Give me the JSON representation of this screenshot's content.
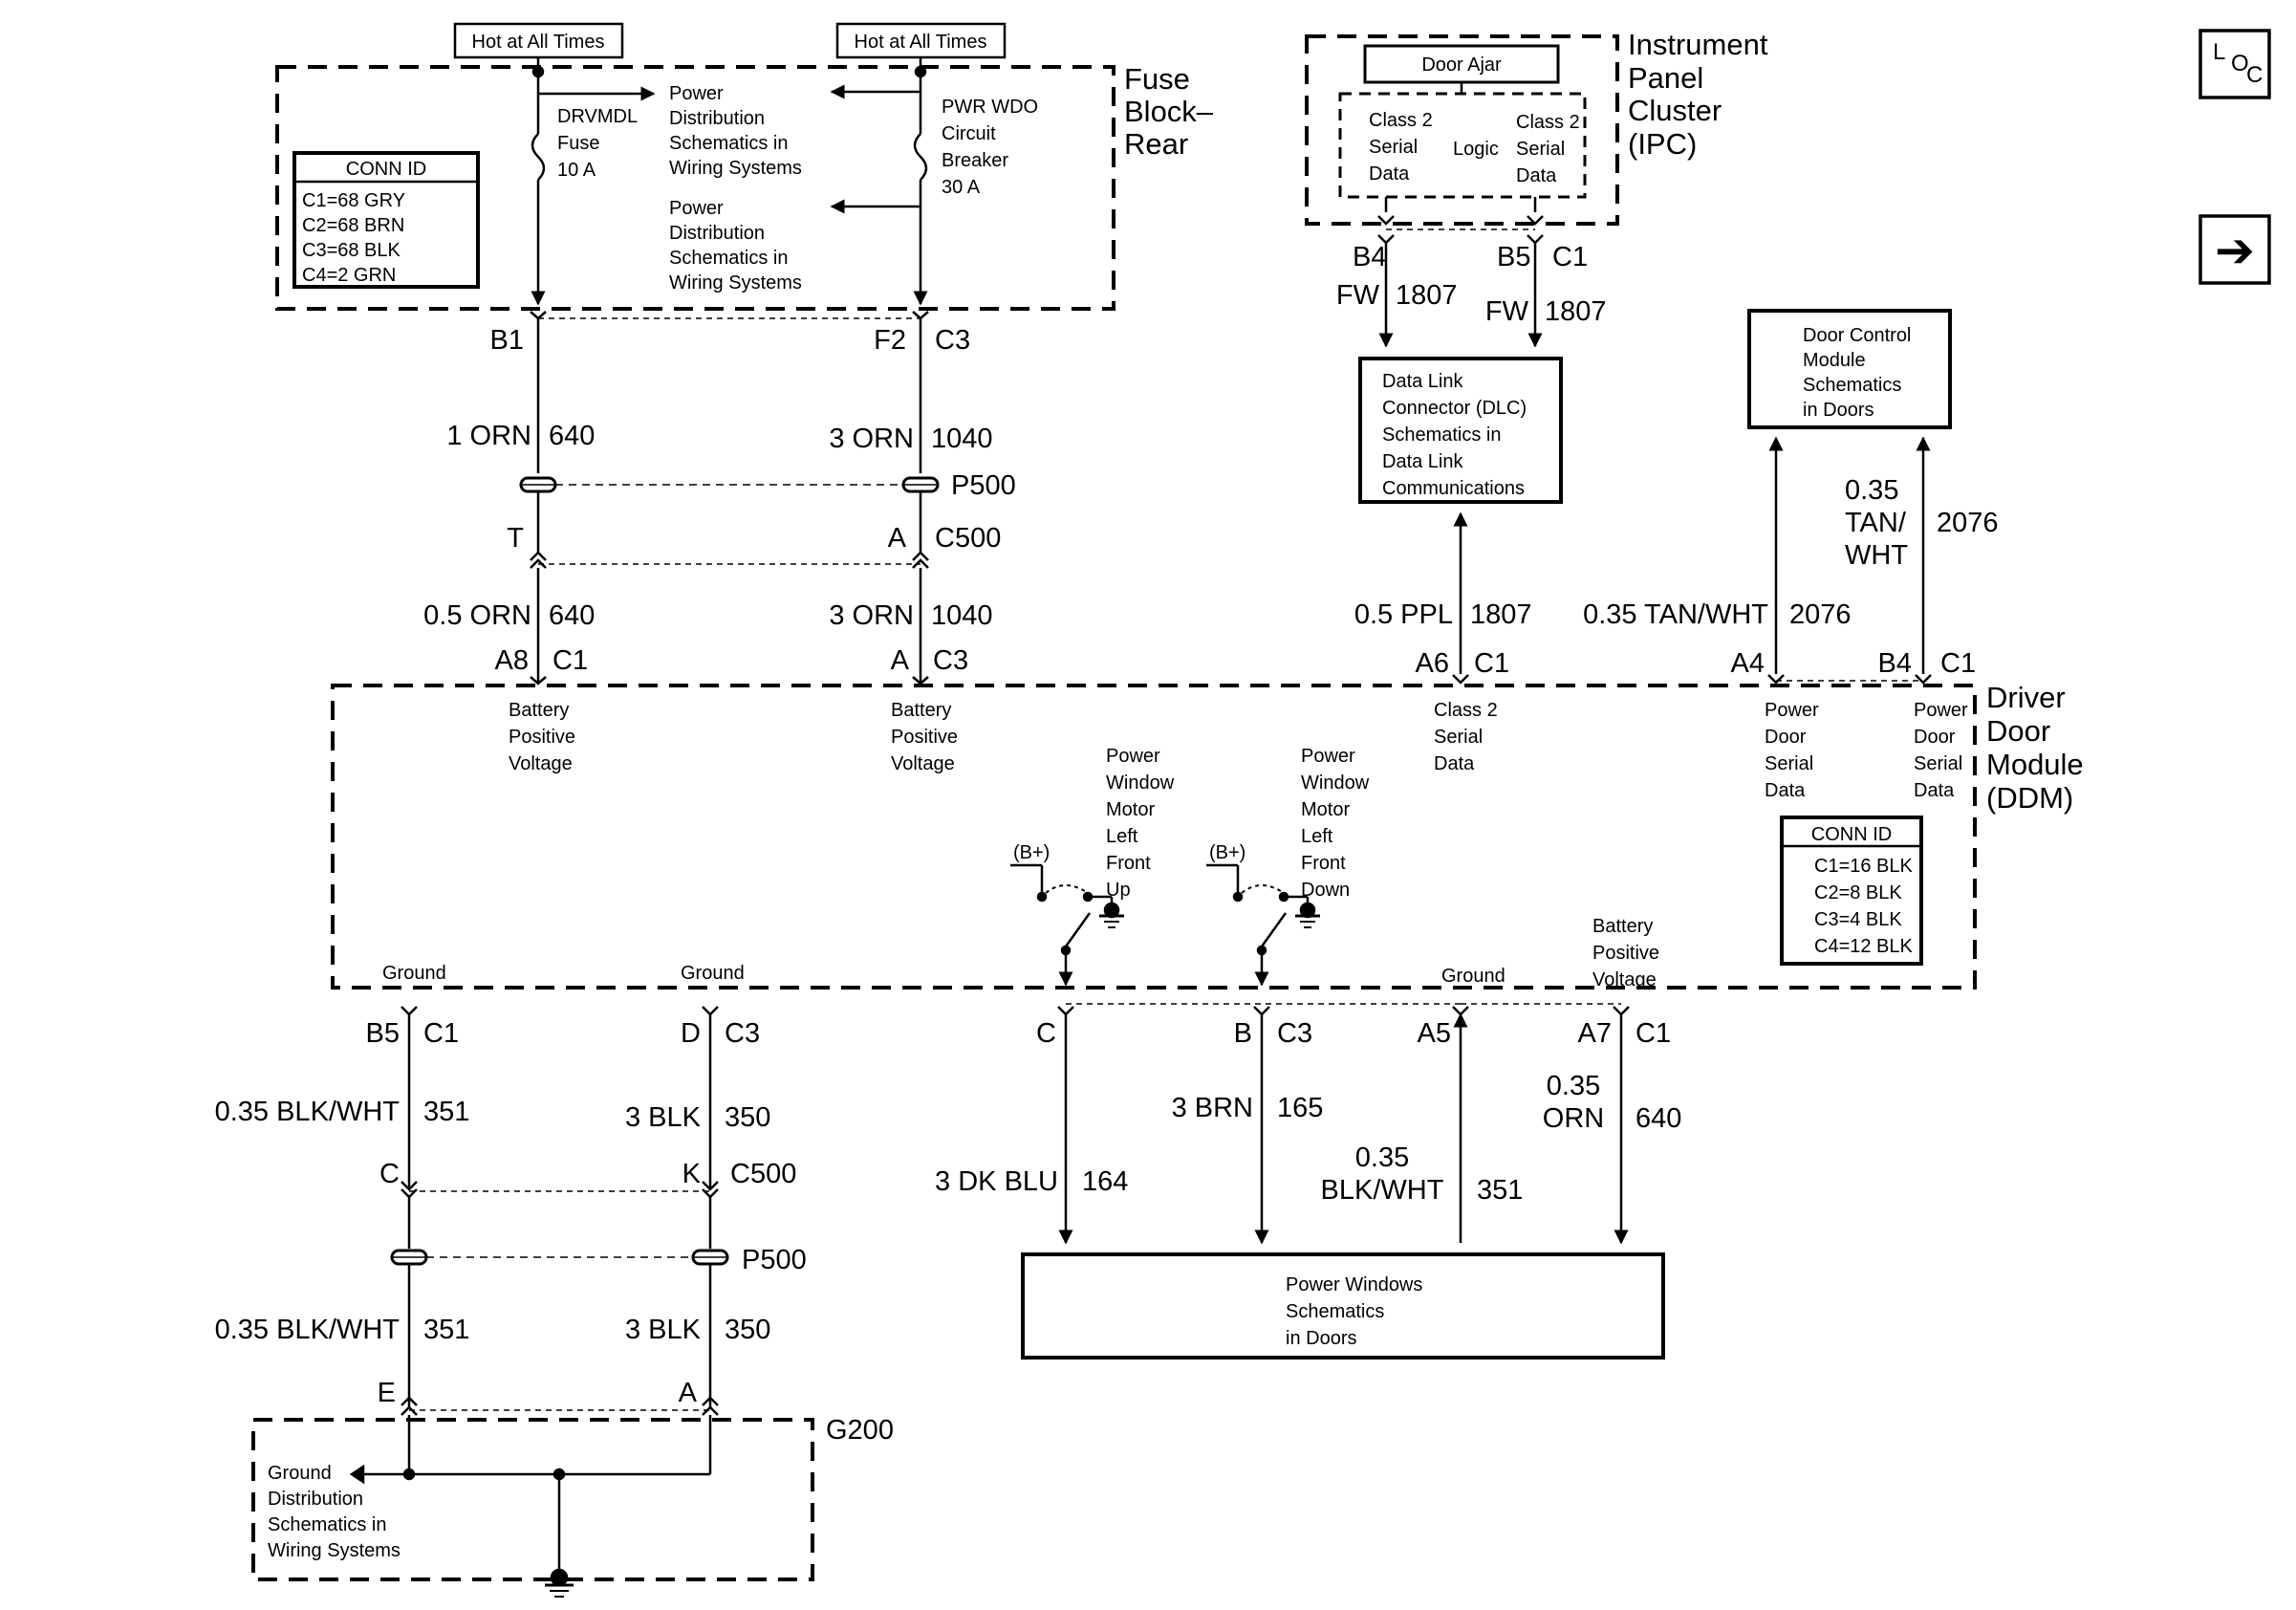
{
  "diagram": {
    "hot_left": "Hot at All Times",
    "hot_right": "Hot at All Times",
    "fuse_block": {
      "name": [
        "Fuse",
        "Block–",
        "Rear"
      ]
    },
    "conn_id_fuse": {
      "title": "CONN ID",
      "rows": [
        "C1=68 GRY",
        "C2=68 BRN",
        "C3=68 BLK",
        "C4=2 GRN"
      ]
    },
    "drvmdl_fuse": [
      "DRVMDL",
      "Fuse",
      "10 A"
    ],
    "pwr_wdo_breaker": [
      "PWR WDO",
      "Circuit",
      "Breaker",
      "30 A"
    ],
    "power_dist_ref_1": [
      "Power",
      "Distribution",
      "Schematics in",
      "Wiring Systems"
    ],
    "power_dist_ref_2": [
      "Power",
      "Distribution",
      "Schematics in",
      "Wiring Systems"
    ],
    "ipc": {
      "name": [
        "Instrument",
        "Panel",
        "Cluster",
        "(IPC)"
      ],
      "door_ajar": "Door Ajar",
      "serial_left": [
        "Class 2",
        "Serial",
        "Data"
      ],
      "logic": "Logic",
      "serial_right": [
        "Class 2",
        "Serial",
        "Data"
      ]
    },
    "dlc": [
      "Data Link",
      "Connector (DLC)",
      "Schematics in",
      "Data Link",
      "Communications"
    ],
    "dcm_ref": [
      "Door Control",
      "Module",
      "Schematics",
      "in Doors"
    ],
    "ddm": {
      "name": [
        "Driver",
        "Door",
        "Module",
        "(DDM)"
      ],
      "bpv_left": [
        "Battery",
        "Positive",
        "Voltage"
      ],
      "bpv_mid": [
        "Battery",
        "Positive",
        "Voltage"
      ],
      "class2": [
        "Class 2",
        "Serial",
        "Data"
      ],
      "pdsd_1": [
        "Power",
        "Door",
        "Serial",
        "Data"
      ],
      "pdsd_2": [
        "Power",
        "Door",
        "Serial",
        "Data"
      ],
      "pwm_up": [
        "Power",
        "Window",
        "Motor",
        "Left",
        "Front",
        "Up"
      ],
      "pwm_down": [
        "Power",
        "Window",
        "Motor",
        "Left",
        "Front",
        "Down"
      ],
      "bplus": "(B+)",
      "ground_1": "Ground",
      "ground_2": "Ground",
      "ground_3": "Ground",
      "bpv_right": [
        "Battery",
        "Positive",
        "Voltage"
      ]
    },
    "conn_id_ddm": {
      "title": "CONN ID",
      "rows": [
        "C1=16 BLK",
        "C2=8 BLK",
        "C3=4 BLK",
        "C4=12 BLK"
      ]
    },
    "power_windows_ref": [
      "Power Windows",
      "Schematics",
      "in Doors"
    ],
    "ground_dist_ref": [
      "Ground",
      "Distribution",
      "Schematics in",
      "Wiring Systems"
    ],
    "g200": "G200",
    "pins": {
      "b1": "B1",
      "f2": "F2",
      "c3_fuse": "C3",
      "p500_top": "P500",
      "t": "T",
      "a_c500": "A",
      "c500_top": "C500",
      "a8": "A8",
      "c1_a8": "C1",
      "a_c3": "A",
      "c3_a": "C3",
      "b4_ipc": "B4",
      "b5_ipc": "B5",
      "c1_ipc": "C1",
      "a6": "A6",
      "c1_a6": "C1",
      "a4": "A4",
      "b4_ddm": "B4",
      "c1_b4": "C1",
      "b5_ddm": "B5",
      "c1_b5": "C1",
      "d": "D",
      "c3_d": "C3",
      "c_ddm": "C",
      "b_ddm": "B",
      "c3_b": "C3",
      "a5": "A5",
      "a7": "A7",
      "c1_a7": "C1",
      "c_c500": "C",
      "k_c500": "K",
      "c500_bot": "C500",
      "p500_bot": "P500",
      "e_g": "E",
      "a_g": "A"
    },
    "wires": {
      "w640_top": [
        "1 ORN",
        "640"
      ],
      "w1040_top": [
        "3 ORN",
        "1040"
      ],
      "w640_mid": [
        "0.5 ORN",
        "640"
      ],
      "w1040_mid": [
        "3 ORN",
        "1040"
      ],
      "w1807_a": [
        "FW",
        "1807"
      ],
      "w1807_b": [
        "FW",
        "1807"
      ],
      "w1807_c": [
        "0.5 PPL",
        "1807"
      ],
      "w2076_a": [
        "0.35 TAN/WHT",
        "2076"
      ],
      "w2076_b": [
        "0.35",
        "TAN/",
        "WHT",
        "2076"
      ],
      "w351_top": [
        "0.35 BLK/WHT",
        "351"
      ],
      "w350_top": [
        "3 BLK",
        "350"
      ],
      "w164": [
        "3 DK BLU",
        "164"
      ],
      "w165": [
        "3 BRN",
        "165"
      ],
      "w351_ddm": [
        "0.35",
        "BLK/WHT",
        "351"
      ],
      "w640_ddm": [
        "0.35",
        "ORN",
        "640"
      ],
      "w351_bot": [
        "0.35 BLK/WHT",
        "351"
      ],
      "w350_bot": [
        "3 BLK",
        "350"
      ]
    },
    "nav": {
      "loc_l": "L",
      "loc_o": "O",
      "loc_c": "C",
      "next_arrow": "➔"
    }
  }
}
